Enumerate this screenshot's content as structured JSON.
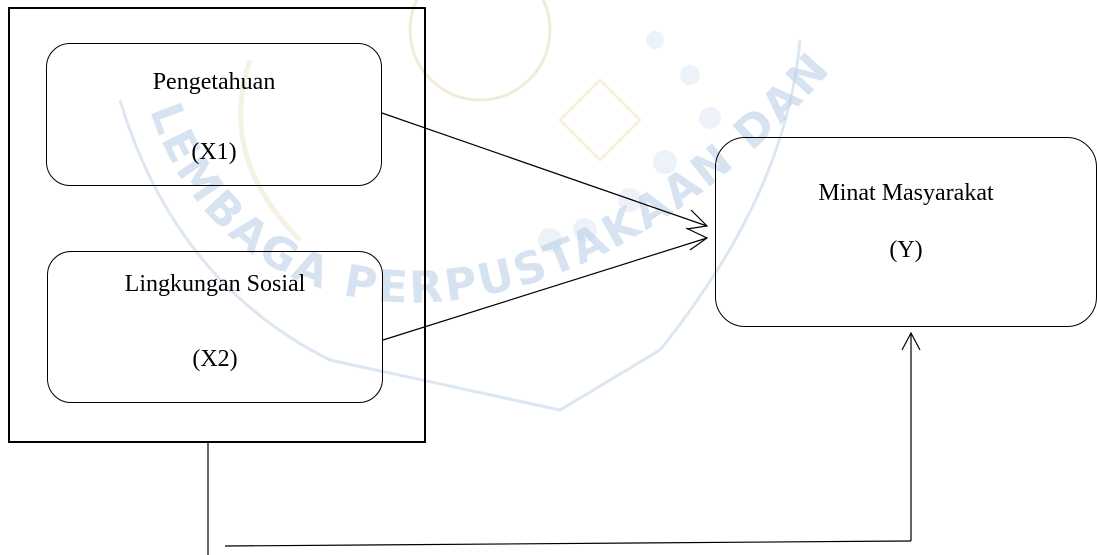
{
  "variables": {
    "x1": {
      "name": "Pengetahuan",
      "code": "(X1)"
    },
    "x2": {
      "name": "Lingkungan Sosial",
      "code": "(X2)"
    },
    "y": {
      "name": "Minat Masyarakat",
      "code": "(Y)"
    }
  },
  "watermark": {
    "text": "LEMBAGA PERPUSTAKAAN DAN PENERBITAN",
    "color": "#b8cde6"
  }
}
